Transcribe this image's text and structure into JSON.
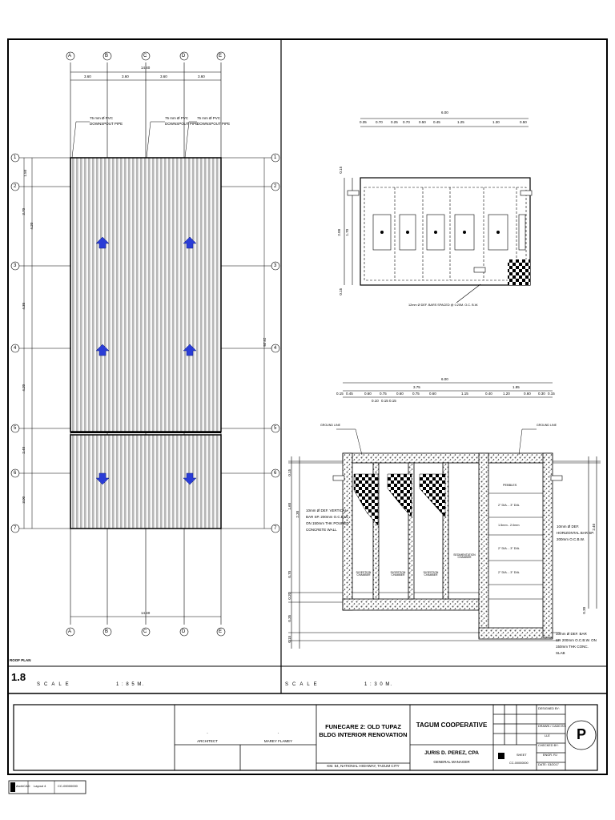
{
  "roof_plan": {
    "grid_cols": [
      "A",
      "B",
      "C",
      "D",
      "E"
    ],
    "grid_rows": [
      "1",
      "2",
      "3",
      "4",
      "5",
      "6",
      "7"
    ],
    "top_dims": [
      "3.60",
      "3.60",
      "3.60",
      "3.60"
    ],
    "overall_width": "14.40",
    "overall_width_bottom": "14.40",
    "left_dims": [
      "1.50",
      "3.70",
      "4.35",
      "4.20",
      "2.40",
      "3.00"
    ],
    "left_dims_extra": "4.20",
    "right_dim": "23.35",
    "note_pipe_1": "75 mm Ø PVC",
    "note_pipe_1b": "DOWNSPOUT PIPE",
    "note_pipe_2": "75 mm Ø PVC",
    "note_pipe_2b": "DOWNSPOUT PIPE",
    "note_pipe_3": "75 mm Ø PVC",
    "note_pipe_3b": "DOWNSPOUT PIPE",
    "drawing_label": "ROOF PLAN",
    "sheet_no": "1.8",
    "scale_word": "SCALE",
    "scale_value": "1 : 8 5   M."
  },
  "tank_plan": {
    "overall": "6.00",
    "top_dims": [
      "0.35",
      "0.70",
      "0.25",
      "0.70",
      "0.50",
      "0.45",
      "1.25",
      "1.30",
      "0.50"
    ],
    "left_dims": [
      "0.15",
      "2.00",
      "1.70",
      "0.15"
    ],
    "bar_note": "12mm Ø DEF. BARS SPACED @ 0.20M. O.C. B.W."
  },
  "tank_section": {
    "overall": "6.00",
    "dim_a": "3.75",
    "dim_b": "1.85",
    "top_dims": [
      "0.15",
      "0.45",
      "0.60",
      "0.75",
      "0.60",
      "0.75",
      "0.60",
      "1.15",
      "0.40",
      "1.20",
      "0.60",
      "0.30",
      "0.15"
    ],
    "small_dims": [
      "0.10",
      "0.15",
      "0.15"
    ],
    "left_dims": [
      "0.15",
      "1.60",
      "2.30",
      "0.70",
      "0.20",
      "0.35",
      "0.15"
    ],
    "right_dims": [
      "2.40",
      "0.30"
    ],
    "label_left": "GROUND LINE",
    "label_right": "GROUND LINE",
    "note_left_1": "10mm Ø DEF. VERTICAL",
    "note_left_2": "BAR SP. 200mm O.C.B.W.",
    "note_left_3": "ON 150mm THK POURED",
    "note_left_4": "CONCRETE WALL",
    "note_right_1": "10mm Ø DEF.",
    "note_right_2": "HORIZONTAL BAR SP.",
    "note_right_3": "200mm O.C.B.W.",
    "note_right_4": "10mm Ø DEF. BAR",
    "note_right_5": "SP. 200mm O.C.B.W. ON",
    "note_right_6": "150mm THK CONC.",
    "note_right_7": "SLAB",
    "chambers": [
      "DIGESTION CHAMBER",
      "DIGESTION CHAMBER",
      "DIGESTION CHAMBER"
    ],
    "sedimentation": "SEDIMENTATION CHAMBER",
    "filter_layers": [
      "PEBBLES",
      "2\" DIA. - 3\" DIA.",
      "1.5mm - 2.0mm",
      "2\" DIA. - 3\" DIA.",
      "2\" DIA. - 3\" DIA."
    ],
    "scale_word": "SCALE",
    "scale_value": "1 : 3 0   M."
  },
  "title_block": {
    "architect_label": "ARCHITECT",
    "architect_name": "-",
    "owner_label": "MAREY FLAMEY",
    "owner_name": "-",
    "project_line1": "FUNECARE 2: OLD TUPAZ",
    "project_line2": "BLDG INTERIOR RENOVATION",
    "address": "KM. 54, NATIONAL HIGHWAY, TAGUM CITY",
    "client": "TAGUM COOPERATIVE",
    "manager_name": "JURIS D. PEREZ, CPA",
    "manager_title": "GENERAL MANAGER",
    "designed_by": "DESIGNED BY:",
    "drawn_by": "DRAWN / CADD BY:",
    "drawn_val": "LLE",
    "checked_by": "CHECKED BY:",
    "checked_val": "ENGR. RJ",
    "date_label": "DATE:",
    "date_val": "03/2017",
    "sheet_label": "SHEET",
    "sheet_code": "P",
    "code_val": "CC-00000000"
  },
  "footer": {
    "app": "ArchiCAD",
    "layer": "Layout 4",
    "code": "CC-00000000"
  }
}
